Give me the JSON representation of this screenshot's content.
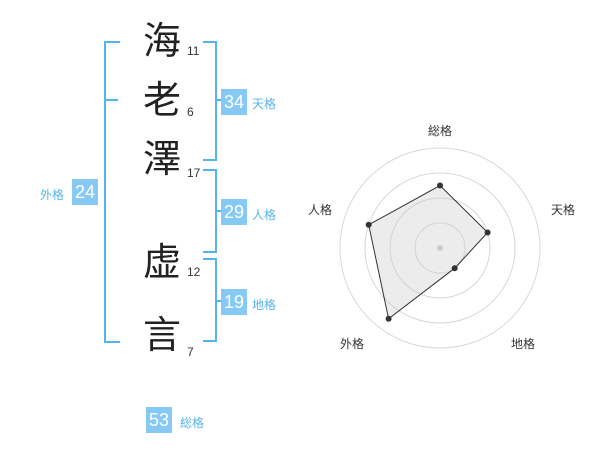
{
  "colors": {
    "accent": "#55b4ec",
    "number_box": "#86c9f4",
    "label_text": "#55b4ec",
    "text": "#222222"
  },
  "name_chars": [
    {
      "char": "海",
      "strokes": "11"
    },
    {
      "char": "老",
      "strokes": "6"
    },
    {
      "char": "澤",
      "strokes": "17"
    },
    {
      "char": "虚",
      "strokes": "12"
    },
    {
      "char": "言",
      "strokes": "7"
    }
  ],
  "fortunes": {
    "tenkaku": {
      "value": "34",
      "label": "天格"
    },
    "jinkaku": {
      "value": "29",
      "label": "人格"
    },
    "chikaku": {
      "value": "19",
      "label": "地格"
    },
    "gaikaku": {
      "value": "24",
      "label": "外格"
    },
    "soukaku": {
      "value": "53",
      "label": "総格"
    }
  },
  "chart_data": {
    "type": "radar",
    "axes": [
      "総格",
      "天格",
      "地格",
      "外格",
      "人格"
    ],
    "values": [
      2.5,
      2.0,
      1.0,
      3.5,
      3.0
    ],
    "rings": 4,
    "max": 4
  }
}
